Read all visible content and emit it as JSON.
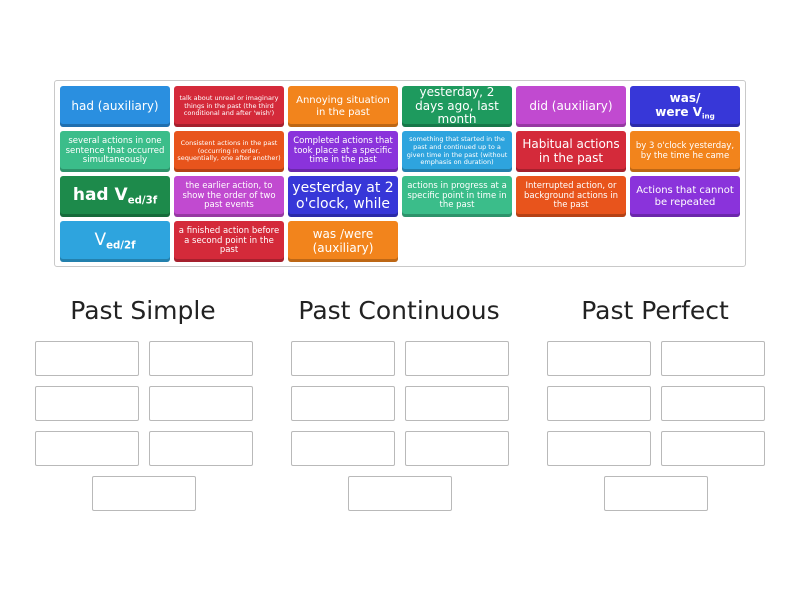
{
  "tiles": {
    "t1": "had (auxiliary)",
    "t2": "talk about unreal or imaginary things in the past (the third conditional and after 'wish')",
    "t3": "Annoying situation in the past",
    "t4": "yesterday, 2 days ago, last month",
    "t5": "did (auxiliary)",
    "t6a": "was/",
    "t6b": "were V",
    "t6sub": "ing",
    "t7": "several actions in one sentence that occurred simultaneously",
    "t8": "Consistent actions in the past (occurring in order, sequentially, one after another)",
    "t9": "Completed actions that took place at a specific time in the past",
    "t10": "something that started in the past and continued up to a given time in the past (without emphasis on duration)",
    "t11": "Habitual actions in the past",
    "t12": "by 3 o'clock yesterday, by the time he came",
    "t13": "had V",
    "t13sub": "ed/3f",
    "t14": "the earlier action, to show the order of two past events",
    "t15": "yesterday at 2 o'clock, while",
    "t16": "actions in progress at a specific point in time in the past",
    "t17": "Interrupted action, or background actions in the past",
    "t18": "Actions that cannot be repeated",
    "t19": "V",
    "t19sub": "ed/2f",
    "t20": "a finished action before a second point in the past",
    "t21": "was /were (auxiliary)"
  },
  "groups": {
    "past_simple": "Past Simple",
    "past_continuous": "Past Continuous",
    "past_perfect": "Past Perfect"
  },
  "colors": {
    "blue": "#2a8fe0",
    "red": "#d42a3a",
    "orange": "#f2841c",
    "green": "#1e9a5e",
    "violet": "#c14ad0",
    "navy": "#3737d8",
    "mint": "#3bbd8a",
    "purple": "#8a33db",
    "sky": "#2ea4de",
    "dark_green": "#1d8a4b",
    "red_orange": "#e8541c"
  }
}
